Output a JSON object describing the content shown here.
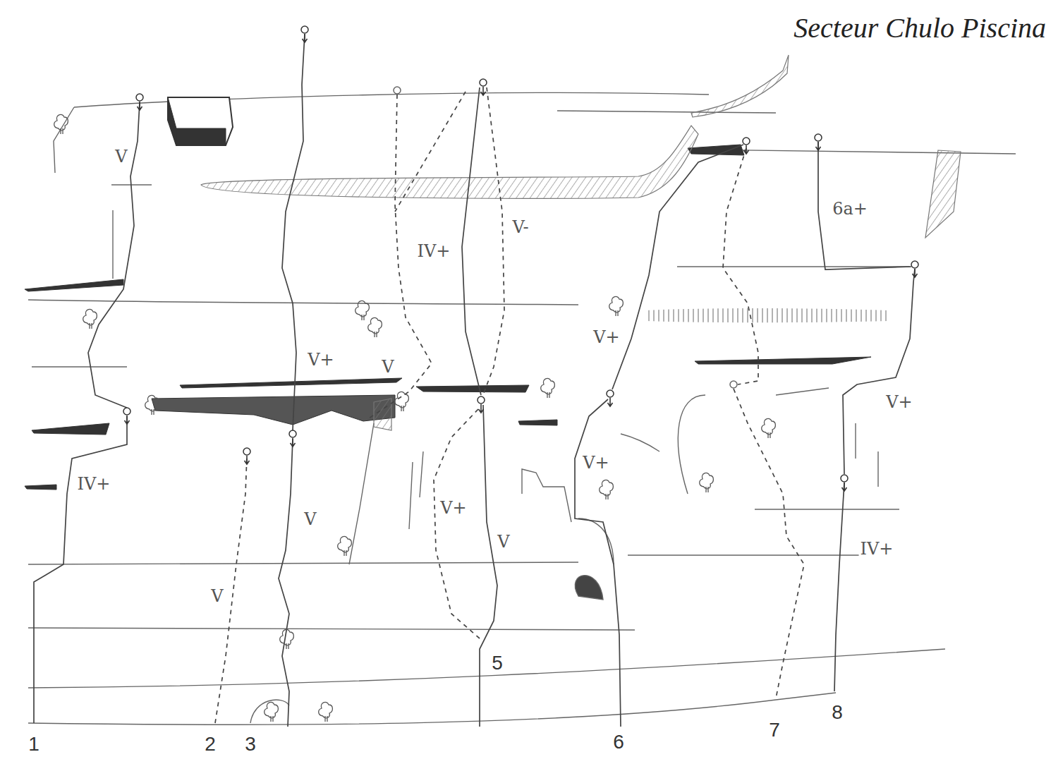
{
  "diagram": {
    "title": "Secteur Chulo Piscina",
    "labels": [
      "V",
      "IV+",
      "V+",
      "V",
      "IV+",
      "V-",
      "V",
      "V",
      "V+",
      "V",
      "V+",
      "V+",
      "6a+",
      "V+",
      "IV+",
      "1",
      "2",
      "3",
      "5",
      "6",
      "7",
      "8"
    ]
  }
}
